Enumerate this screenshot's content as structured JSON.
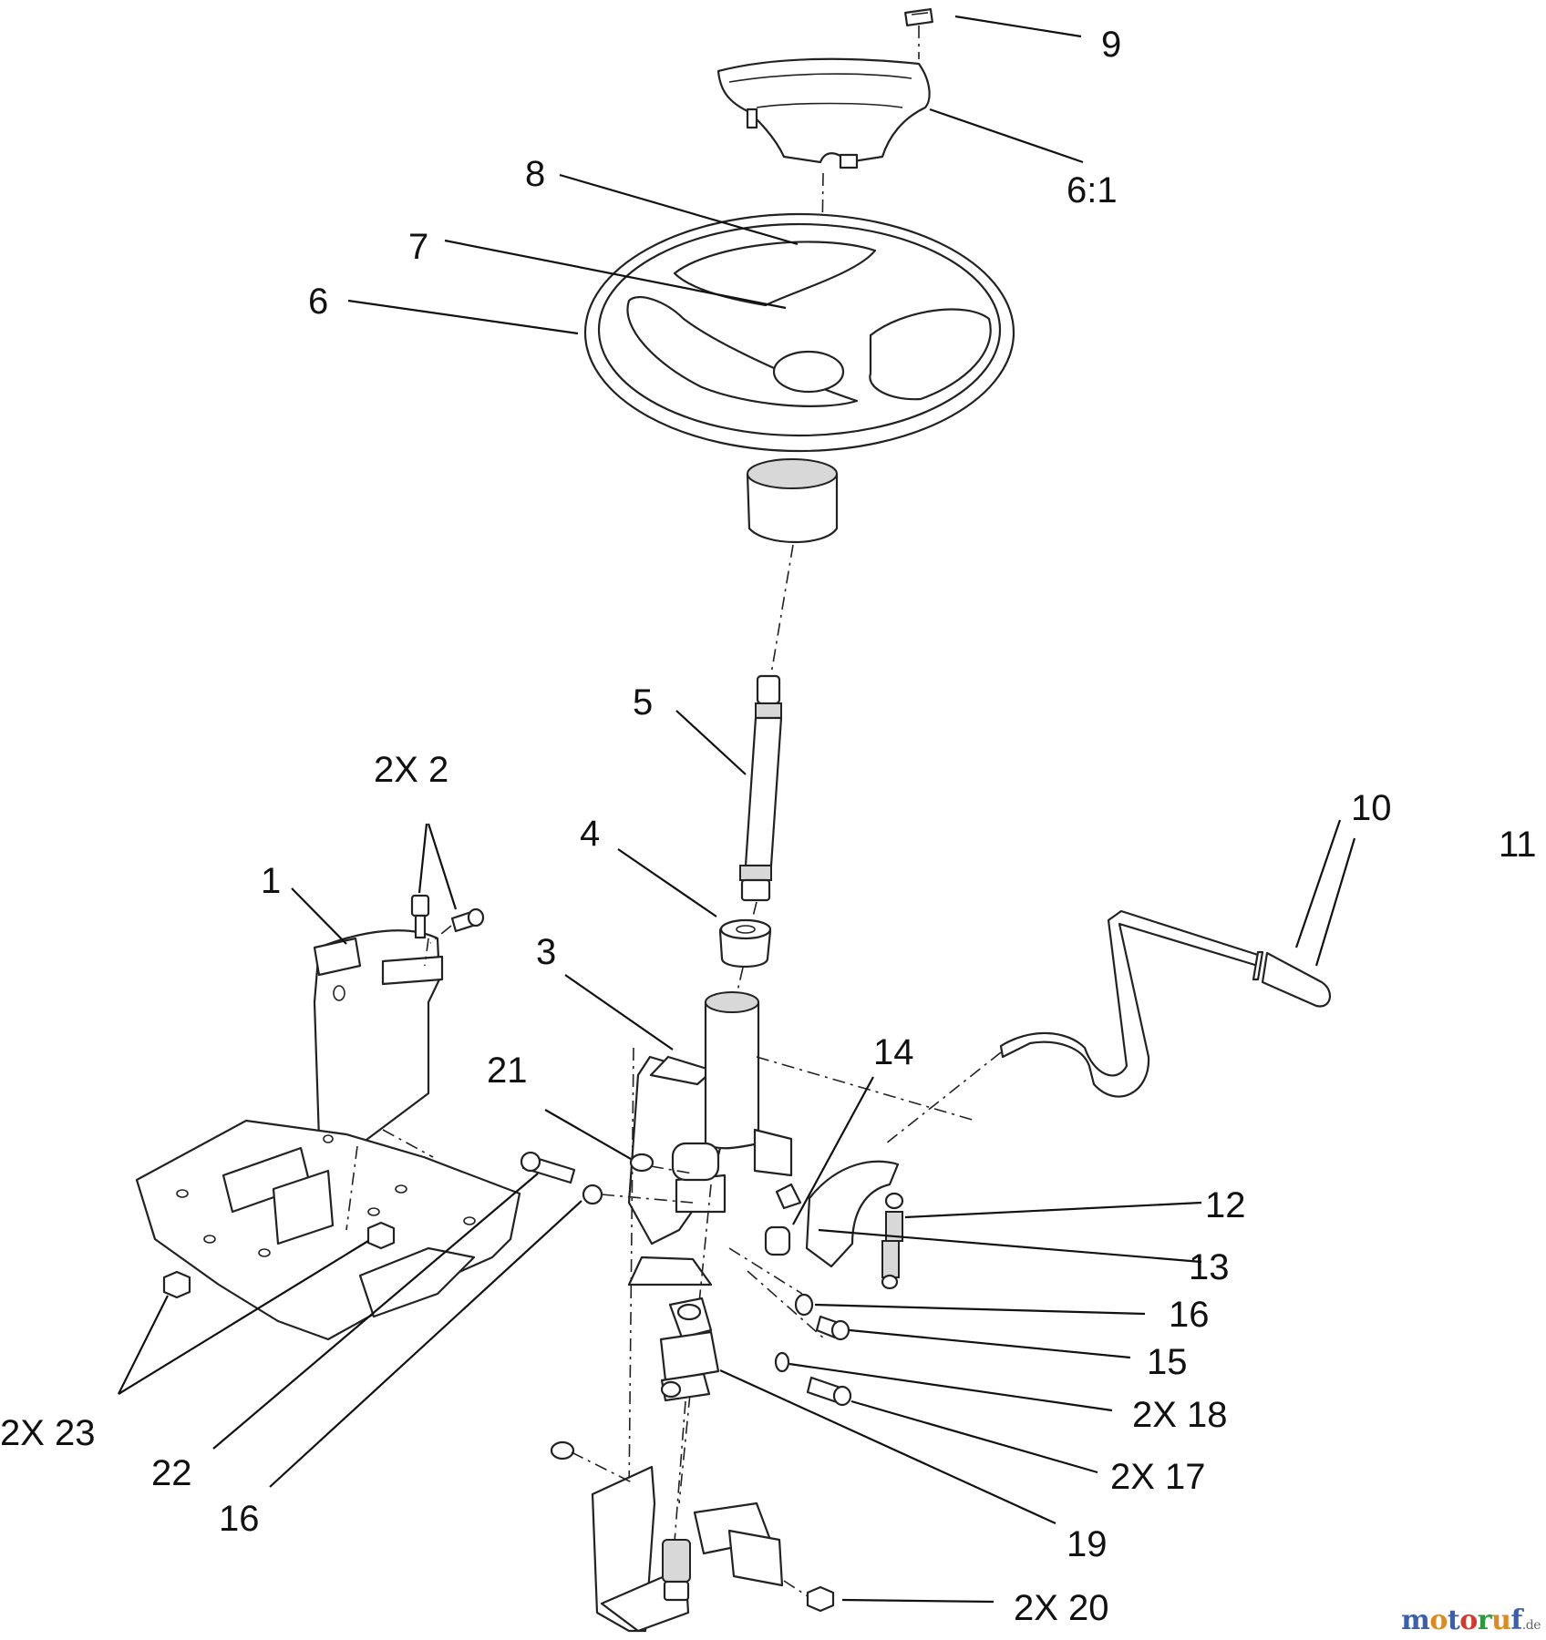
{
  "labels": {
    "l9": "9",
    "l61": "6:1",
    "l8": "8",
    "l7": "7",
    "l6": "6",
    "l5": "5",
    "l2x2": "2X 2",
    "l1": "1",
    "l4": "4",
    "l3": "3",
    "l10": "10",
    "l11": "11",
    "l21": "21",
    "l14": "14",
    "l12": "12",
    "l13": "13",
    "l16a": "16",
    "l15": "15",
    "l2x18": "2X 18",
    "l2x17": "2X 17",
    "l19": "19",
    "l2x20": "2X 20",
    "l2x23": "2X 23",
    "l22": "22",
    "l16b": "16"
  },
  "watermark": {
    "brand": "motoruf",
    "suffix": ".de",
    "colors": [
      "#3a5fb0",
      "#e08a1e",
      "#3a5fb0",
      "#d63a2f",
      "#2e9a3e",
      "#e08a1e",
      "#3a5fb0"
    ]
  }
}
